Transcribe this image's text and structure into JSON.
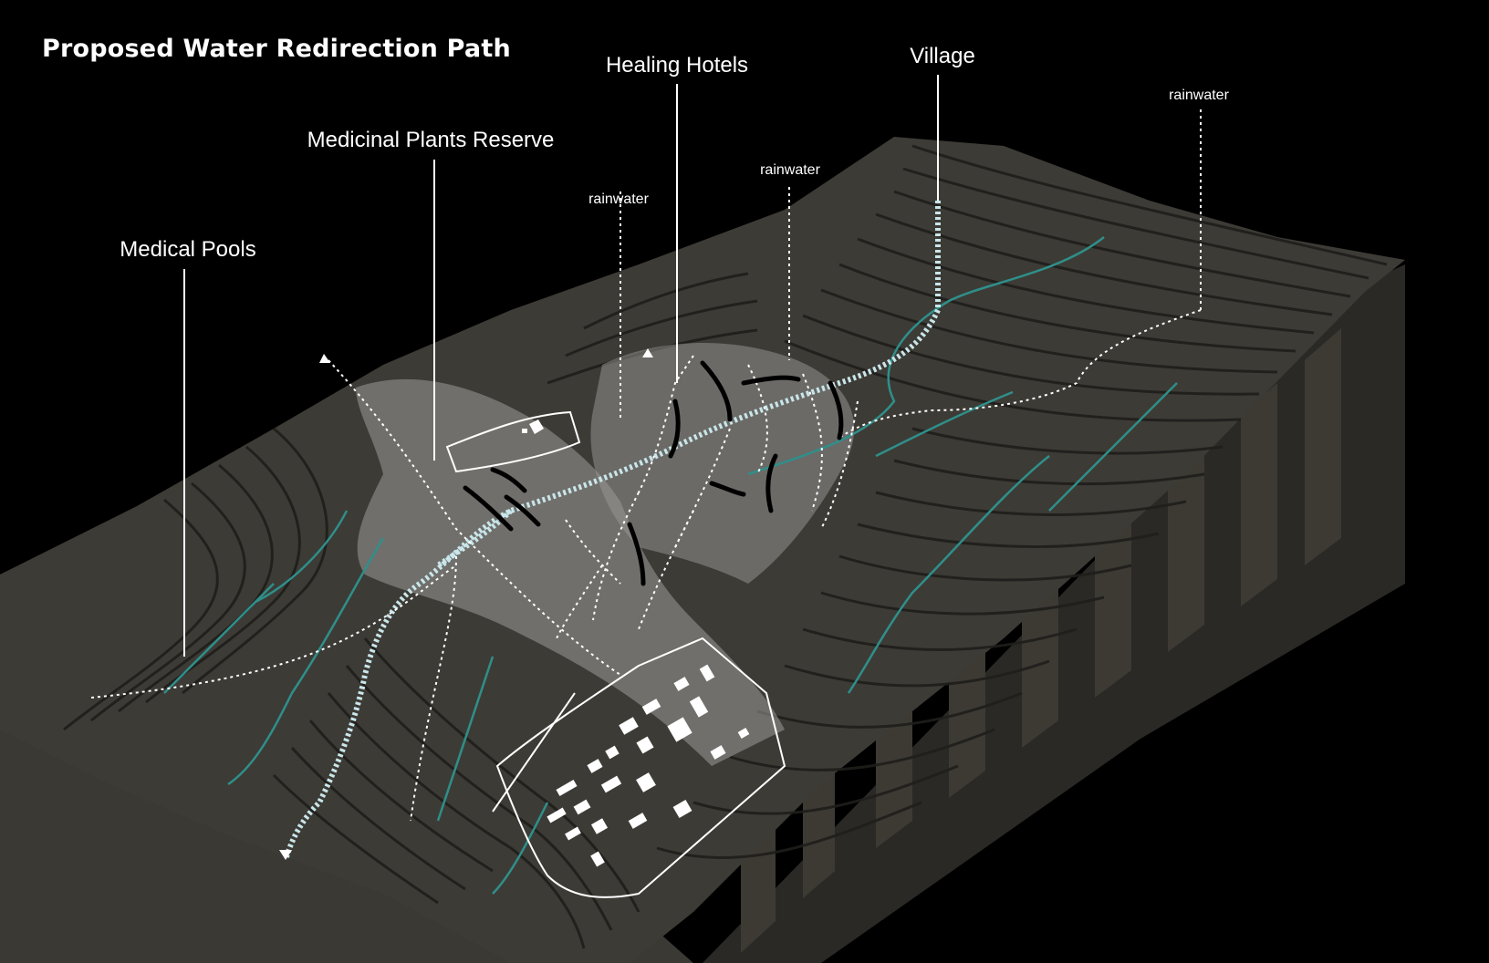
{
  "title": "Proposed Water Redirection Path",
  "labels": {
    "healing_hotels": "Healing Hotels",
    "village": "Village",
    "medicinal_plants_reserve": "Medicinal Plants Reserve",
    "medical_pools": "Medical Pools",
    "rainwater": "rainwater"
  },
  "colors": {
    "background": "#000000",
    "terrain": "#3a3833",
    "terrain_side": "#2d2b27",
    "contour_line": "#1e1d1a",
    "site_overlay": "#9a9a98",
    "stream": "#2f8f8a",
    "path_primary": "#c9e6ea",
    "path_secondary": "#ffffff",
    "annotation": "#ffffff"
  }
}
